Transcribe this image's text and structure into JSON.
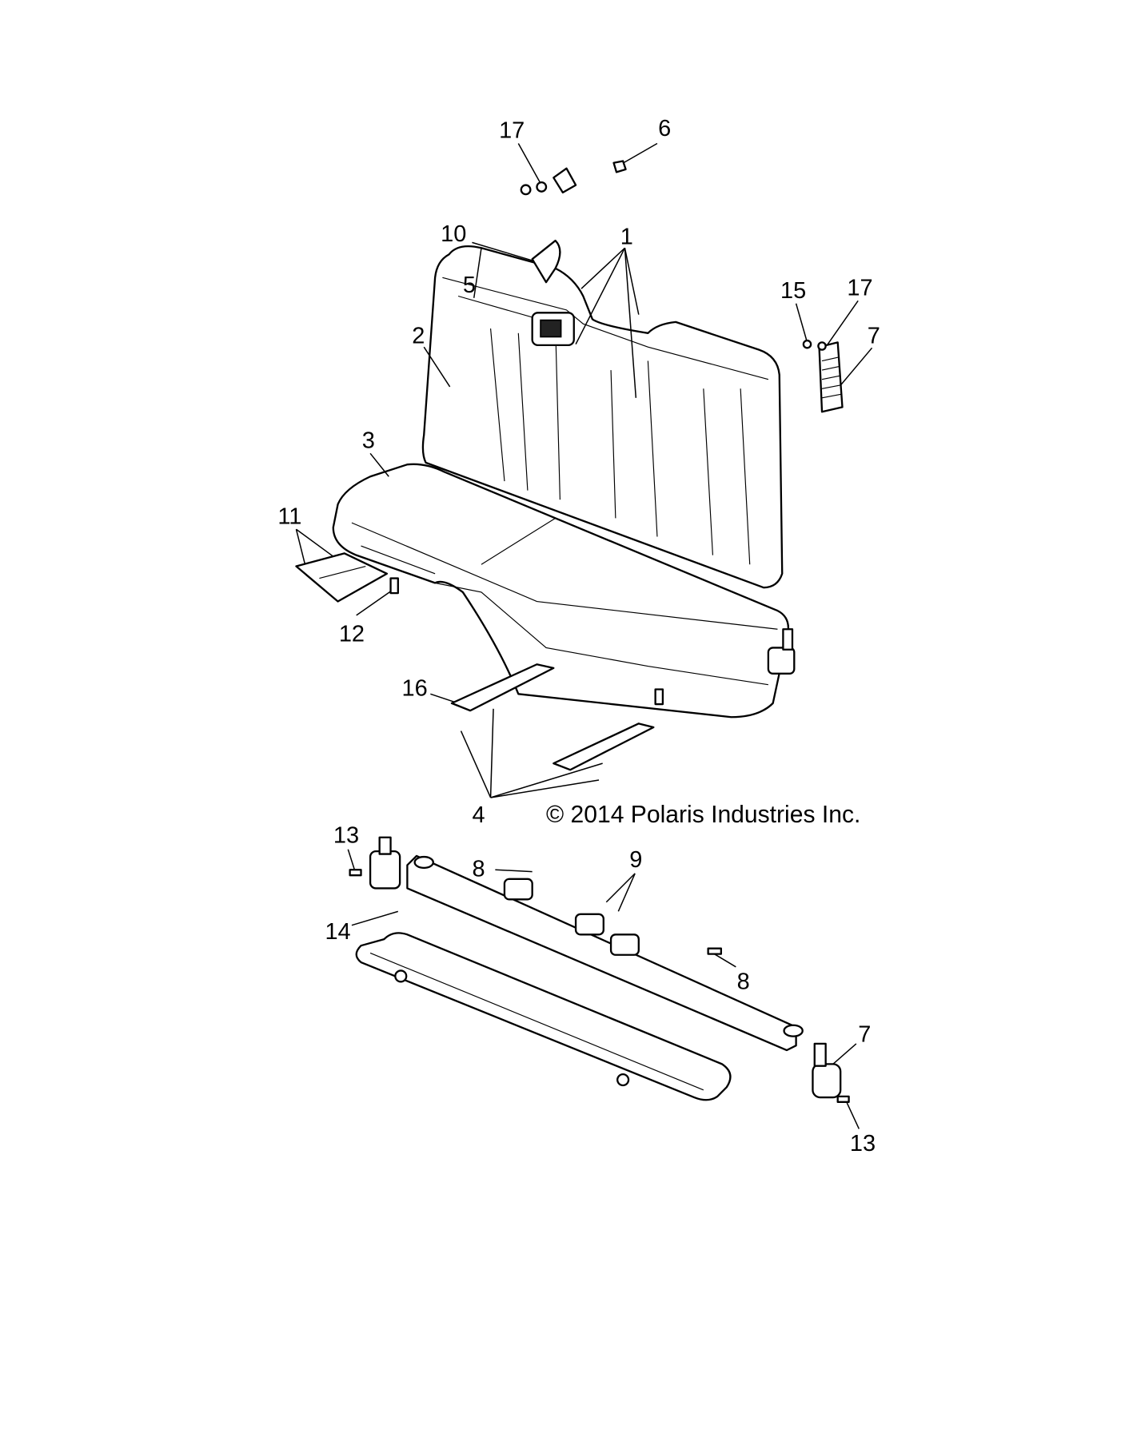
{
  "diagram": {
    "title": "Seat assembly exploded parts diagram",
    "copyright": "© 2014 Polaris Industries Inc.",
    "callouts": [
      "17",
      "6",
      "10",
      "1",
      "5",
      "2",
      "15",
      "17",
      "7",
      "3",
      "11",
      "12",
      "16",
      "4",
      "13",
      "8",
      "9",
      "14",
      "8",
      "7",
      "13"
    ]
  }
}
